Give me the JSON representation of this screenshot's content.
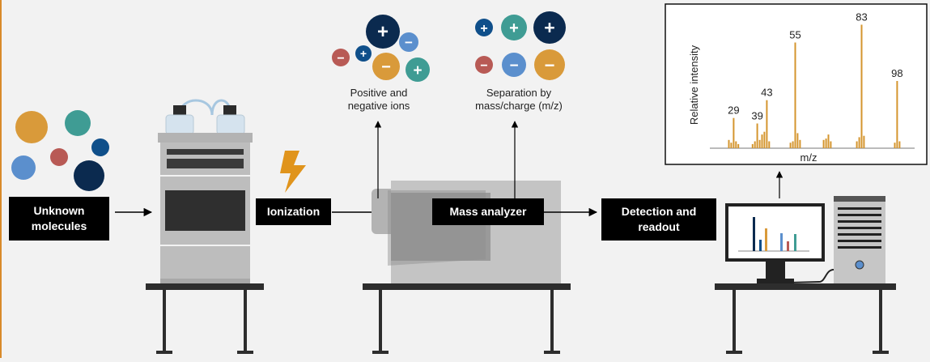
{
  "labels": {
    "unknown_line1": "Unknown",
    "unknown_line2": "molecules",
    "ionization": "Ionization",
    "mass_analyzer": "Mass analyzer",
    "detection_line1": "Detection and",
    "detection_line2": "readout"
  },
  "ions": {
    "positive_negative_line1": "Positive and",
    "positive_negative_line2": "negative ions",
    "separation_line1": "Separation by",
    "separation_line2": "mass/charge (m/z)"
  },
  "symbols": {
    "plus": "+",
    "minus": "−"
  },
  "spectrum": {
    "ylabel": "Relative intensity",
    "xlabel": "m/z"
  },
  "colors": {
    "orange": "#d99a3a",
    "teal": "#3f9c94",
    "red": "#b85a55",
    "light_blue": "#5b8fcd",
    "dark_blue": "#0f4f8a",
    "navy": "#0b2a4f",
    "bolt": "#e0941c",
    "peak": "#d4952e"
  },
  "chart_data": {
    "type": "bar",
    "title": "",
    "xlabel": "m/z",
    "ylabel": "Relative intensity",
    "labeled_peaks": [
      {
        "x": 29,
        "y": 22
      },
      {
        "x": 39,
        "y": 18
      },
      {
        "x": 43,
        "y": 35
      },
      {
        "x": 55,
        "y": 77
      },
      {
        "x": 83,
        "y": 90
      },
      {
        "x": 98,
        "y": 49
      }
    ],
    "x": [
      27,
      28,
      29,
      30,
      31,
      37,
      38,
      39,
      40,
      41,
      42,
      43,
      44,
      53,
      54,
      55,
      56,
      57,
      67,
      68,
      69,
      70,
      81,
      82,
      83,
      84,
      97,
      98,
      99
    ],
    "values": [
      6,
      4,
      22,
      5,
      3,
      3,
      5,
      18,
      6,
      10,
      12,
      35,
      5,
      4,
      5,
      77,
      11,
      6,
      6,
      7,
      10,
      5,
      5,
      8,
      90,
      9,
      4,
      49,
      5
    ]
  }
}
